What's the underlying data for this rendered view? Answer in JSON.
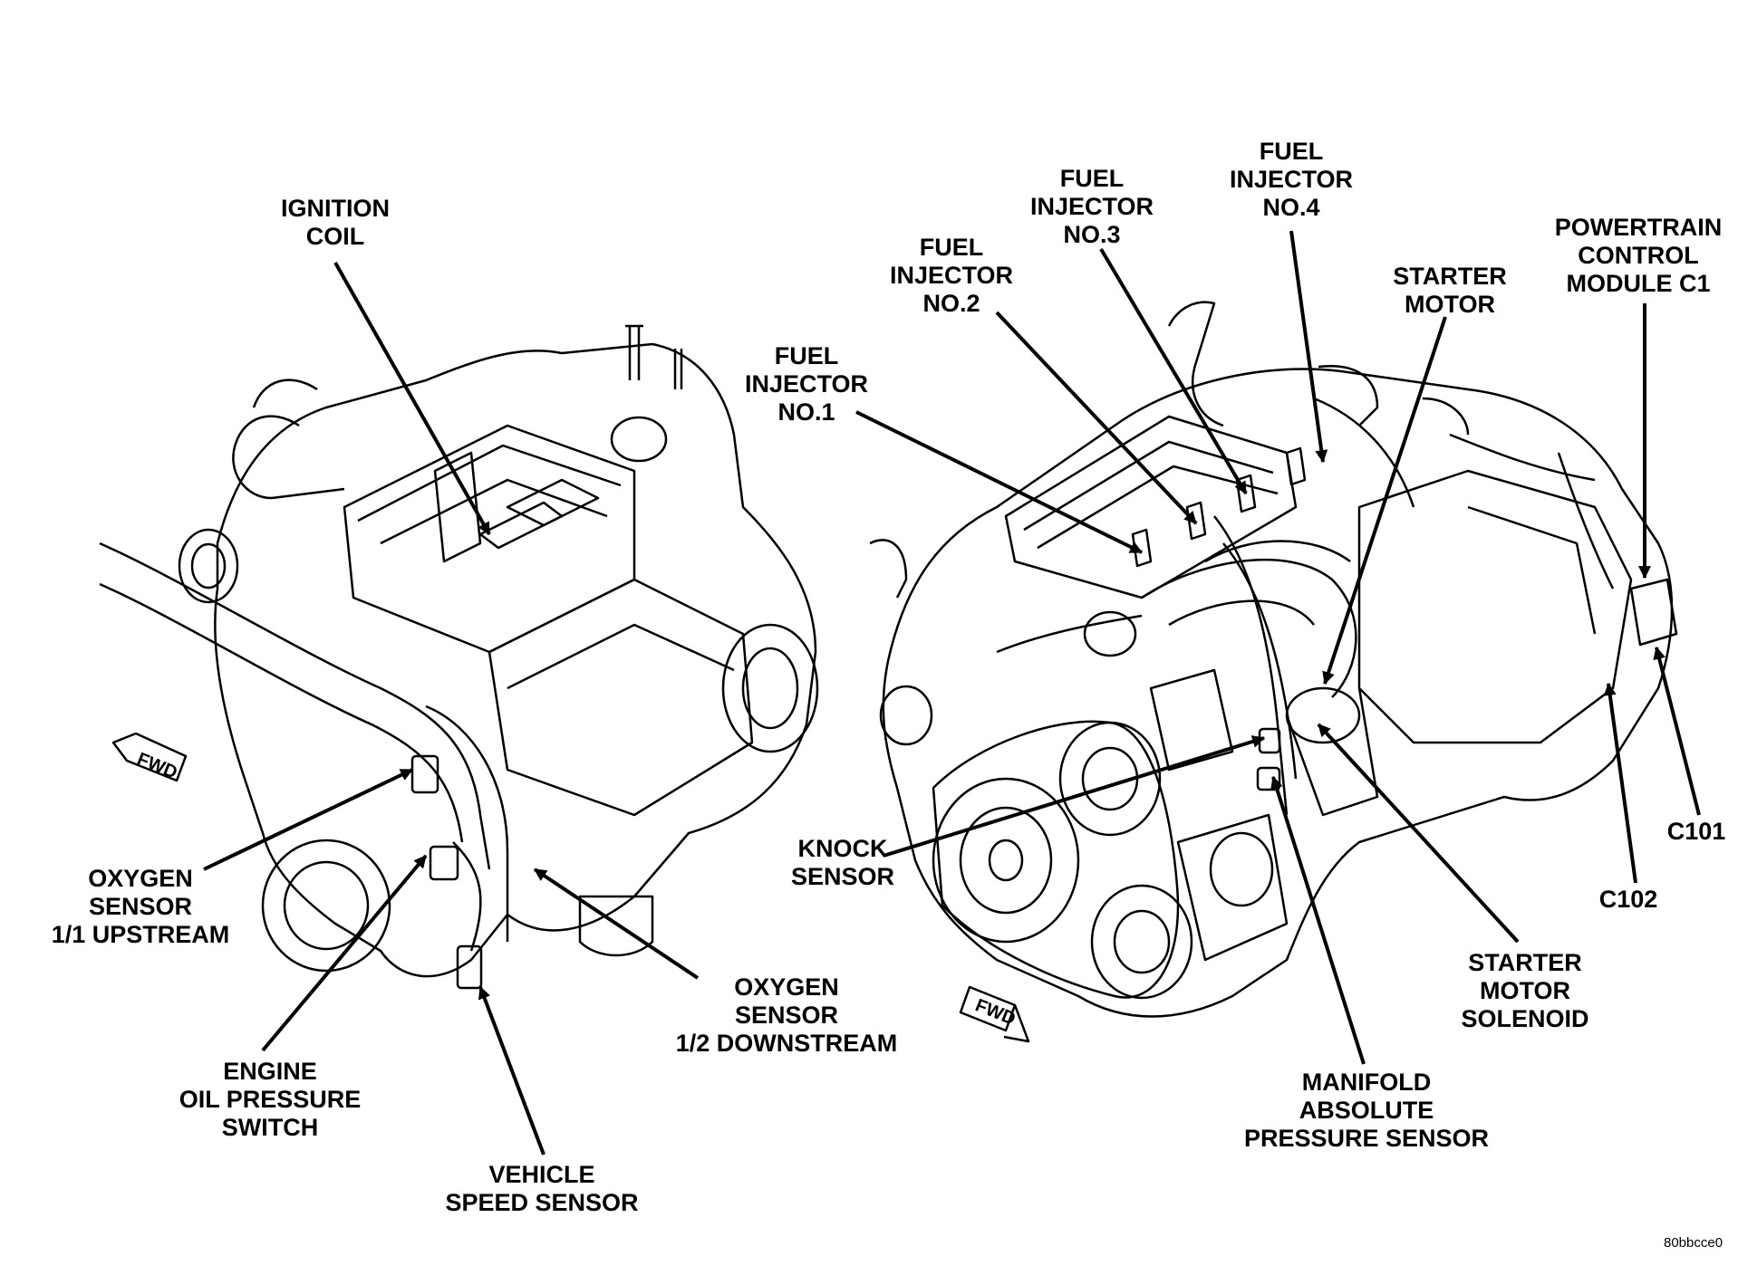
{
  "labels": {
    "ignition_coil": [
      "IGNITION",
      "COIL"
    ],
    "oxygen_sensor_upstream": [
      "OXYGEN",
      "SENSOR",
      "1/1 UPSTREAM"
    ],
    "engine_oil_pressure_switch": [
      "ENGINE",
      "OIL PRESSURE",
      "SWITCH"
    ],
    "vehicle_speed_sensor": [
      "VEHICLE",
      "SPEED SENSOR"
    ],
    "oxygen_sensor_downstream": [
      "OXYGEN",
      "SENSOR",
      "1/2 DOWNSTREAM"
    ],
    "fuel_injector_1": [
      "FUEL",
      "INJECTOR",
      "NO.1"
    ],
    "fuel_injector_2": [
      "FUEL",
      "INJECTOR",
      "NO.2"
    ],
    "fuel_injector_3": [
      "FUEL",
      "INJECTOR",
      "NO.3"
    ],
    "fuel_injector_4": [
      "FUEL",
      "INJECTOR",
      "NO.4"
    ],
    "starter_motor": [
      "STARTER",
      "MOTOR"
    ],
    "powertrain_control_module": [
      "POWERTRAIN",
      "CONTROL",
      "MODULE C1"
    ],
    "knock_sensor": [
      "KNOCK",
      "SENSOR"
    ],
    "c101": [
      "C101"
    ],
    "c102": [
      "C102"
    ],
    "starter_motor_solenoid": [
      "STARTER",
      "MOTOR",
      "SOLENOID"
    ],
    "map_sensor": [
      "MANIFOLD",
      "ABSOLUTE",
      "PRESSURE SENSOR"
    ]
  },
  "fwd_marker": "FWD",
  "figure_code": "80bbcce0"
}
